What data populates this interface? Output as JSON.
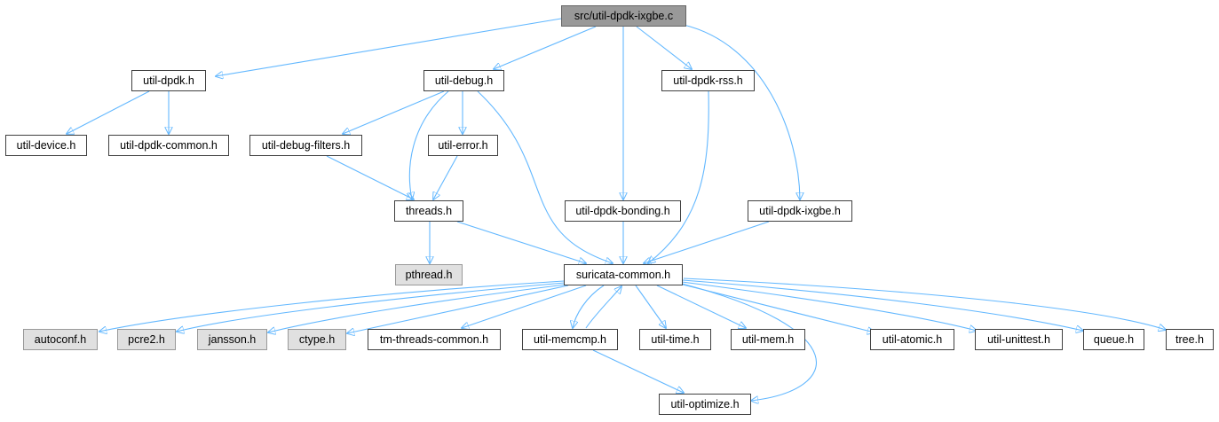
{
  "nodes": {
    "root": "src/util-dpdk-ixgbe.c",
    "util_dpdk_h": "util-dpdk.h",
    "util_debug_h": "util-debug.h",
    "util_dpdk_rss_h": "util-dpdk-rss.h",
    "util_device_h": "util-device.h",
    "util_dpdk_common_h": "util-dpdk-common.h",
    "util_debug_filters_h": "util-debug-filters.h",
    "util_error_h": "util-error.h",
    "threads_h": "threads.h",
    "util_dpdk_bonding_h": "util-dpdk-bonding.h",
    "util_dpdk_ixgbe_h": "util-dpdk-ixgbe.h",
    "pthread_h": "pthread.h",
    "suricata_common_h": "suricata-common.h",
    "autoconf_h": "autoconf.h",
    "pcre2_h": "pcre2.h",
    "jansson_h": "jansson.h",
    "ctype_h": "ctype.h",
    "tm_threads_common_h": "tm-threads-common.h",
    "util_memcmp_h": "util-memcmp.h",
    "util_time_h": "util-time.h",
    "util_mem_h": "util-mem.h",
    "util_atomic_h": "util-atomic.h",
    "util_unittest_h": "util-unittest.h",
    "queue_h": "queue.h",
    "tree_h": "tree.h",
    "util_optimize_h": "util-optimize.h"
  },
  "colors": {
    "edge": "#63b8ff",
    "node_border": "#404040",
    "root_fill": "#999999",
    "system_header_fill": "#e0e0e0"
  }
}
